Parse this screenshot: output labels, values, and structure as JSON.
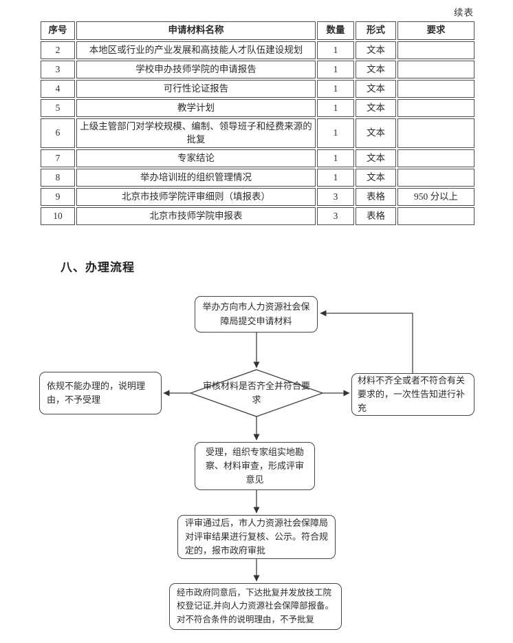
{
  "page": {
    "continued_label": "续表"
  },
  "table": {
    "headers": {
      "no": "序号",
      "name": "申请材料名称",
      "qty": "数量",
      "form": "形式",
      "req": "要求"
    },
    "rows": [
      {
        "no": "2",
        "name": "本地区或行业的产业发展和高技能人才队伍建设规划",
        "qty": "1",
        "form": "文本",
        "req": ""
      },
      {
        "no": "3",
        "name": "学校申办技师学院的申请报告",
        "qty": "1",
        "form": "文本",
        "req": ""
      },
      {
        "no": "4",
        "name": "可行性论证报告",
        "qty": "1",
        "form": "文本",
        "req": ""
      },
      {
        "no": "5",
        "name": "教学计划",
        "qty": "1",
        "form": "文本",
        "req": ""
      },
      {
        "no": "6",
        "name": "上级主管部门对学校规模、编制、领导班子和经费来源的批复",
        "qty": "1",
        "form": "文本",
        "req": ""
      },
      {
        "no": "7",
        "name": "专家结论",
        "qty": "1",
        "form": "文本",
        "req": ""
      },
      {
        "no": "8",
        "name": "举办培训班的组织管理情况",
        "qty": "1",
        "form": "文本",
        "req": ""
      },
      {
        "no": "9",
        "name": "北京市技师学院评审细则（填报表）",
        "qty": "3",
        "form": "表格",
        "req": "950 分以上"
      },
      {
        "no": "10",
        "name": "北京市技师学院申报表",
        "qty": "3",
        "form": "表格",
        "req": ""
      }
    ]
  },
  "section": {
    "title": "八、办理流程"
  },
  "flowchart": {
    "submit_box": "举办方向市人力资源社会保障局提交申请材料",
    "decision_diamond": "审核材料是否齐全并符合要求",
    "reject_box": "依规不能办理的，说明理由，不予受理",
    "supplement_box": "材料不齐全或者不符合有关要求的，一次性告知进行补充",
    "accept_box": "受理，组织专家组实地勘察、材料审查，形成评审意见",
    "review_box": "评审通过后，市人力资源社会保障局对评审结果进行复核、公示。符合规定的，报市政府审批",
    "approval_box": "经市政府同意后，下达批复并发放技工院校登记证,并向人力资源社会保障部报备。对不符合条件的说明理由，不予批复"
  }
}
